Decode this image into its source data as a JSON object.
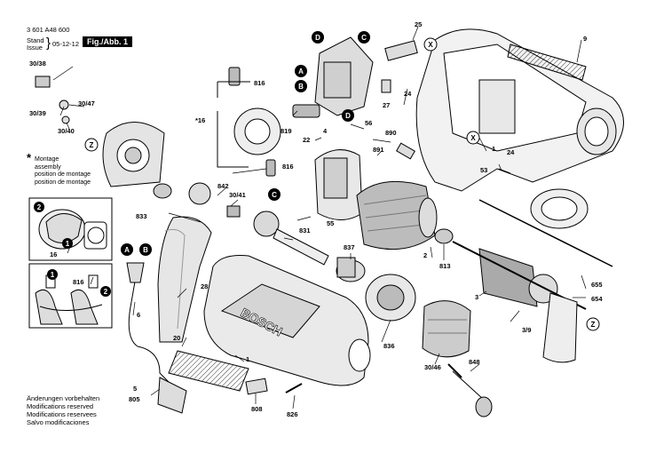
{
  "header": {
    "part_number": "3 601 A48 600",
    "stand_label": "Stand",
    "issue_label": "Issue",
    "date": "05-12-12",
    "figure_label": "Fig./Abb. 1"
  },
  "assembly_note": {
    "asterisk": "*",
    "lines": [
      "Montage",
      "assembly",
      "position de montage",
      "position de montage"
    ]
  },
  "footer": {
    "lines": [
      "Änderungen vorbehalten",
      "Modifications reserved",
      "Modifications reservees",
      "Salvo modificaciones"
    ]
  },
  "callouts": {
    "p9": "9",
    "p25": "25",
    "p27": "27",
    "p24a": "24",
    "p24b": "24",
    "p53": "53",
    "p1a": "1",
    "p3038": "30/38",
    "p3039": "30/39",
    "p3047": "30/47",
    "p3040": "30/40",
    "p816a": "816",
    "p16": "*16",
    "p819": "819",
    "p816b": "816",
    "p22": "22",
    "p4": "4",
    "p56": "56",
    "p890": "890",
    "p891": "891",
    "p842": "842",
    "p3041": "30/41",
    "p833": "833",
    "p55": "55",
    "p831": "831",
    "p837": "837",
    "p2": "2",
    "p813": "813",
    "p3": "3",
    "p655": "655",
    "p654": "654",
    "p39": "3/9",
    "p836": "836",
    "p3046": "30/46",
    "p848": "848",
    "p16b": "16",
    "p816c": "816",
    "p28": "28",
    "p6": "6",
    "p20": "20",
    "p1b": "1",
    "p5": "5",
    "p805": "805",
    "p808": "808",
    "p826": "826"
  },
  "markers": {
    "A": "A",
    "B": "B",
    "C": "C",
    "D": "D",
    "X": "X",
    "Z": "Z",
    "n1": "1",
    "n2": "2"
  },
  "brand_mark": "BOSCH"
}
